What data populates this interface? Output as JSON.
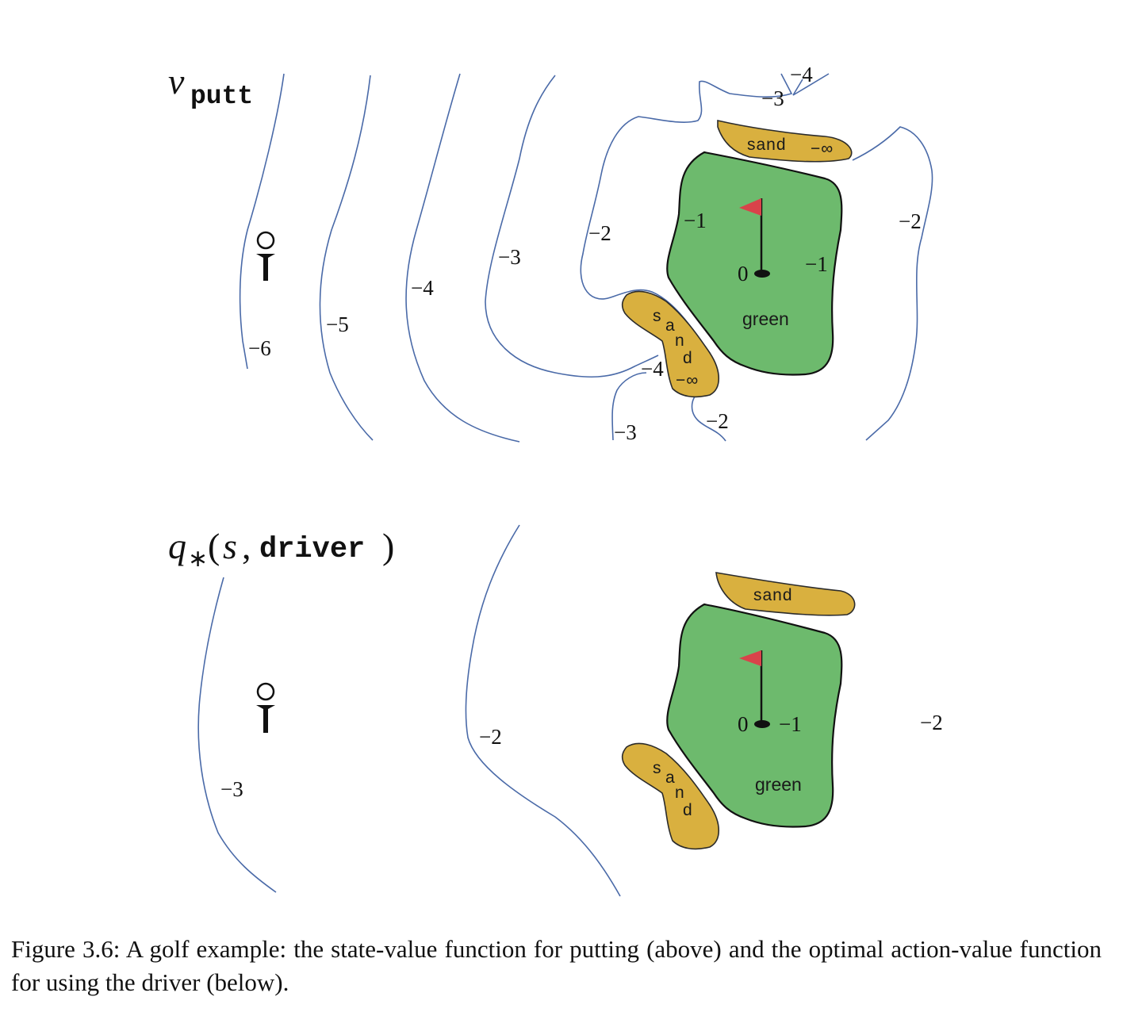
{
  "top_panel": {
    "title_symbol": "v",
    "title_subscript": "putt",
    "contour_labels": {
      "minus6": "−6",
      "minus5": "−5",
      "minus4": "−4",
      "minus3": "−3",
      "minus2_left": "−2",
      "minus1_left": "−1",
      "minus1_right": "−1",
      "minus2_right": "−2",
      "top_minus3": "−3",
      "top_minus4": "−4",
      "sand_left_minus4": "−4",
      "bottom_minus3": "−3",
      "bottom_minus2": "−2"
    },
    "hole_value": "0",
    "green_label": "green",
    "sand_top_label": "sand",
    "sand_top_value": "−∞",
    "sand_left_letters": [
      "s",
      "a",
      "n",
      "d"
    ],
    "sand_left_value": "−∞"
  },
  "bottom_panel": {
    "title_q": "q",
    "title_star": "∗",
    "title_open": "(",
    "title_s": "s",
    "title_comma": ",",
    "title_driver": "driver",
    "title_close": ")",
    "contour_labels": {
      "minus3": "−3",
      "minus2_mid": "−2",
      "minus1": "−1",
      "minus2_right": "−2"
    },
    "hole_value": "0",
    "green_label": "green",
    "sand_top_label": "sand",
    "sand_left_letters": [
      "s",
      "a",
      "n",
      "d"
    ]
  },
  "caption": "Figure 3.6: A golf example: the state-value function for putting (above) and the optimal action-value function for using the driver (below).",
  "colors": {
    "contour": "#4a6aa8",
    "green": "#6dba6d",
    "sand": "#d9b03f",
    "flag": "#d9434a"
  }
}
